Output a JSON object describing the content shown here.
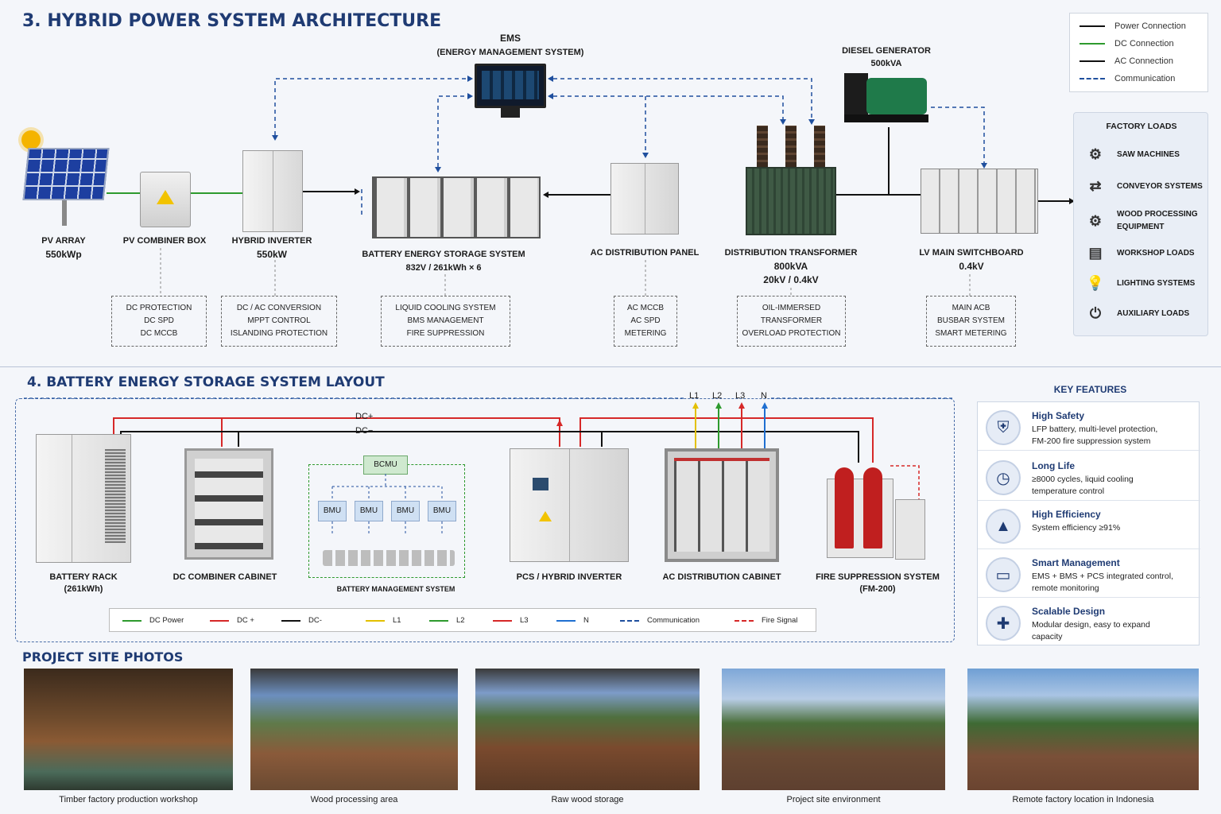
{
  "sections": {
    "arch_title": "3. HYBRID POWER SYSTEM ARCHITECTURE",
    "bess_title": "4.  BATTERY ENERGY STORAGE SYSTEM LAYOUT",
    "photos_title": "PROJECT SITE PHOTOS"
  },
  "ems": {
    "title": "EMS",
    "subtitle": "(ENERGY MANAGEMENT SYSTEM)"
  },
  "diesel": {
    "name": "DIESEL GENERATOR",
    "rating": "500kVA"
  },
  "legend": [
    {
      "label": "Power Connection",
      "color": "#111111",
      "style": "solid"
    },
    {
      "label": "DC Connection",
      "color": "#2e9a2e",
      "style": "solid"
    },
    {
      "label": "AC Connection",
      "color": "#111111",
      "style": "solid"
    },
    {
      "label": "Communication",
      "color": "#1f4f9e",
      "style": "dashed"
    }
  ],
  "components": [
    {
      "name": "PV ARRAY",
      "spec": "550kWp"
    },
    {
      "name": "PV COMBINER BOX",
      "spec": ""
    },
    {
      "name": "HYBRID INVERTER",
      "spec": "550kW"
    },
    {
      "name": "BATTERY ENERGY STORAGE SYSTEM",
      "spec": "832V / 261kWh × 6"
    },
    {
      "name": "AC DISTRIBUTION PANEL",
      "spec": ""
    },
    {
      "name": "DISTRIBUTION TRANSFORMER",
      "spec": "800kVA",
      "spec2": "20kV / 0.4kV"
    },
    {
      "name": "LV MAIN SWITCHBOARD",
      "spec": "0.4kV"
    }
  ],
  "details": [
    [
      "DC PROTECTION",
      "DC SPD",
      "DC MCCB"
    ],
    [
      "DC / AC CONVERSION",
      "MPPT CONTROL",
      "ISLANDING PROTECTION"
    ],
    [
      "LIQUID COOLING SYSTEM",
      "BMS MANAGEMENT",
      "FIRE SUPPRESSION"
    ],
    [
      "AC MCCB",
      "AC SPD",
      "METERING"
    ],
    [
      "OIL-IMMERSED",
      "TRANSFORMER",
      "OVERLOAD PROTECTION"
    ],
    [
      "MAIN ACB",
      "BUSBAR SYSTEM",
      "SMART METERING"
    ]
  ],
  "factory_loads": {
    "title": "FACTORY LOADS",
    "items": [
      {
        "label": "SAW MACHINES",
        "icon": "saw-icon"
      },
      {
        "label": "CONVEYOR SYSTEMS",
        "icon": "conveyor-icon"
      },
      {
        "label": "WOOD PROCESSING",
        "label2": "EQUIPMENT",
        "icon": "gears-icon"
      },
      {
        "label": "WORKSHOP LOADS",
        "icon": "workshop-icon"
      },
      {
        "label": "LIGHTING SYSTEMS",
        "icon": "bulb-icon"
      },
      {
        "label": "AUXILIARY LOADS",
        "icon": "plug-icon"
      }
    ]
  },
  "bess_layout": {
    "bus_labels": {
      "dc_plus": "DC+",
      "dc_minus": "DC−",
      "l1": "L1",
      "l2": "L2",
      "l3": "L3",
      "n": "N"
    },
    "bcmu": "BCMU",
    "bmu": [
      "BMU",
      "BMU",
      "BMU",
      "BMU"
    ],
    "items": [
      {
        "name": "BATTERY RACK",
        "spec": "(261kWh)"
      },
      {
        "name": "DC COMBINER CABINET",
        "spec": ""
      },
      {
        "name": "BATTERY MANAGEMENT SYSTEM",
        "spec": ""
      },
      {
        "name": "PCS / HYBRID INVERTER",
        "spec": ""
      },
      {
        "name": "AC DISTRIBUTION CABINET",
        "spec": ""
      },
      {
        "name": "FIRE SUPPRESSION SYSTEM",
        "spec": "(FM-200)"
      }
    ],
    "legend": [
      {
        "label": "DC Power",
        "color": "#2e9a2e",
        "style": "solid"
      },
      {
        "label": "DC +",
        "color": "#d62828",
        "style": "solid"
      },
      {
        "label": "DC-",
        "color": "#111111",
        "style": "solid"
      },
      {
        "label": "L1",
        "color": "#e3c000",
        "style": "solid"
      },
      {
        "label": "L2",
        "color": "#2e9a2e",
        "style": "solid"
      },
      {
        "label": "L3",
        "color": "#d62828",
        "style": "solid"
      },
      {
        "label": "N",
        "color": "#1f6fd1",
        "style": "solid"
      },
      {
        "label": "Communication",
        "color": "#1f4f9e",
        "style": "dashed"
      },
      {
        "label": "Fire Signal",
        "color": "#d62828",
        "style": "dashed"
      }
    ]
  },
  "key_features": {
    "title": "KEY FEATURES",
    "items": [
      {
        "title": "High Safety",
        "desc1": "LFP battery, multi-level protection,",
        "desc2": "FM-200 fire suppression system",
        "icon": "shield-icon"
      },
      {
        "title": "Long Life",
        "desc1": "≥8000 cycles, liquid cooling",
        "desc2": "temperature control",
        "icon": "cycle-icon"
      },
      {
        "title": "High Efficiency",
        "desc1": "System efficiency ≥91%",
        "desc2": "",
        "icon": "chart-up-icon"
      },
      {
        "title": "Smart Management",
        "desc1": "EMS + BMS + PCS integrated control,",
        "desc2": "remote monitoring",
        "icon": "monitor-icon"
      },
      {
        "title": "Scalable Design",
        "desc1": "Modular design, easy to expand",
        "desc2": "capacity",
        "icon": "puzzle-icon"
      }
    ]
  },
  "photos": [
    {
      "caption": "Timber factory production workshop"
    },
    {
      "caption": "Wood processing area"
    },
    {
      "caption": "Raw wood storage"
    },
    {
      "caption": "Project site environment"
    },
    {
      "caption": "Remote factory location in Indonesia"
    }
  ]
}
